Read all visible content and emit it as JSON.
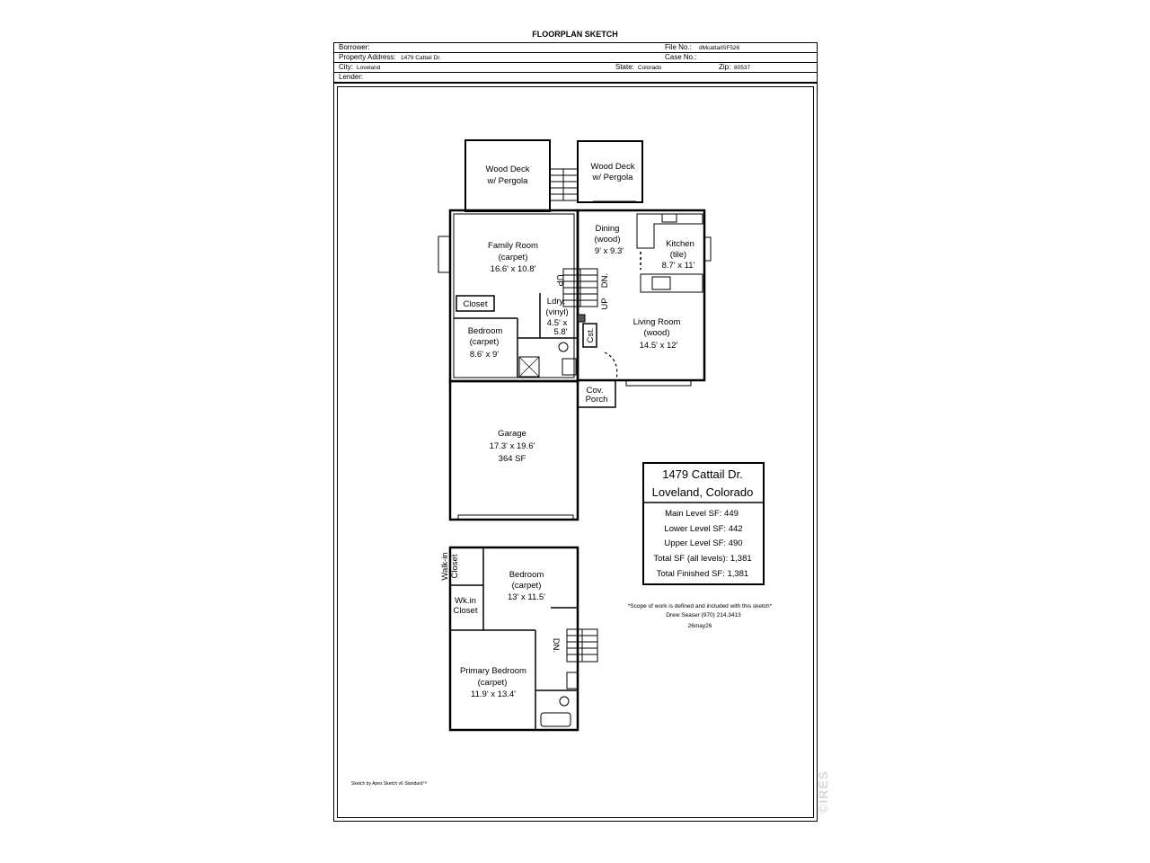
{
  "title": "FLOORPLAN SKETCH",
  "header": {
    "borrower_label": "Borrower:",
    "borrower_value": "",
    "file_no_label": "File No.:",
    "file_no_value": "dMcattailSF526",
    "property_label": "Property Address:",
    "property_value": "1479 Cattail Dr.",
    "case_no_label": "Case No.:",
    "case_no_value": "",
    "city_label": "City:",
    "city_value": "Loveland",
    "state_label": "State:",
    "state_value": "Colorado",
    "zip_label": "Zip:",
    "zip_value": "80537",
    "lender_label": "Lender:",
    "lender_value": ""
  },
  "rooms": {
    "deck1_l1": "Wood Deck",
    "deck1_l2": "w/ Pergola",
    "deck2_l1": "Wood Deck",
    "deck2_l2": "w/ Pergola",
    "family_l1": "Family Room",
    "family_l2": "(carpet)",
    "family_l3": "16.6' x 10.8'",
    "dining_l1": "Dining",
    "dining_l2": "(wood)",
    "dining_l3": "9' x 9.3'",
    "kitchen_l1": "Kitchen",
    "kitchen_l2": "(tile)",
    "kitchen_l3": "8.7' x 11'",
    "closet": "Closet",
    "ldry_l1": "Ldry.",
    "ldry_l2": "(vinyl)",
    "ldry_l3": "4.5' x",
    "ldry_l4": "5.8'",
    "bed1_l1": "Bedroom",
    "bed1_l2": "(carpet)",
    "bed1_l3": "8.6' x 9'",
    "cst": "Cst.",
    "living_l1": "Living Room",
    "living_l2": "(wood)",
    "living_l3": "14.5' x 12'",
    "porch_l1": "Cov.",
    "porch_l2": "Porch",
    "garage_l1": "Garage",
    "garage_l2": "17.3' x 19.6'",
    "garage_l3": "364 SF",
    "walkin_l1": "Walk-in",
    "walkin_l2": "Closet",
    "wkin_l1": "Wk.in",
    "wkin_l2": "Closet",
    "bed2_l1": "Bedroom",
    "bed2_l2": "(carpet)",
    "bed2_l3": "13' x 11.5'",
    "primary_l1": "Primary Bedroom",
    "primary_l2": "(carpet)",
    "primary_l3": "11.9' x 13.4'",
    "up1": "UP",
    "dn1": "DN.",
    "up2": "UP",
    "dn2": "DN."
  },
  "summary": {
    "address_line1": "1479 Cattail Dr.",
    "address_line2": "Loveland, Colorado",
    "main": "Main Level SF: 449",
    "lower": "Lower Level SF: 442",
    "upper": "Upper Level SF: 490",
    "total": "Total SF (all levels): 1,381",
    "finished": "Total Finished SF: 1,381"
  },
  "notes": {
    "scope": "*Scope of work is defined and included with this sketch*",
    "contact": "Drew Seaser     (970) 214.3413",
    "date": "26may26"
  },
  "credit": "Sketch by Apex Sketch v6 Standard™",
  "watermark": "©IRES"
}
